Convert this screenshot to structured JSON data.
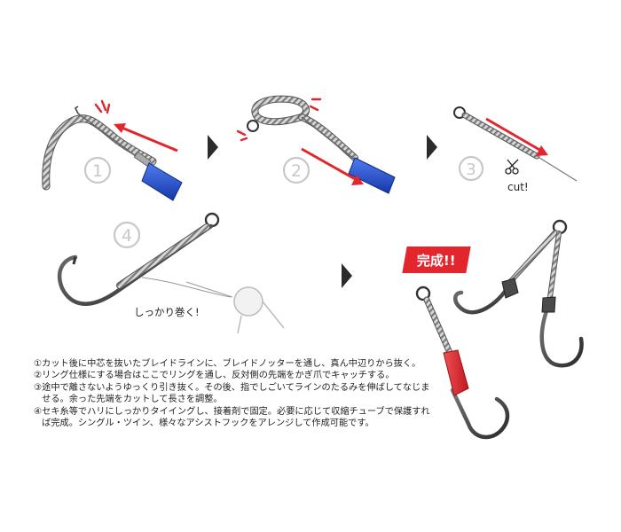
{
  "steps": [
    {
      "number": "1"
    },
    {
      "number": "2"
    },
    {
      "number": "3",
      "label": "cut!"
    },
    {
      "number": "4",
      "label": "しっかり巻く!"
    }
  ],
  "done_label": "完成!!",
  "notes": [
    {
      "num": "①",
      "text": "カット後に中芯を抜いたブレイドラインに、ブレイドノッターを通し、真ん中辺りから抜く。"
    },
    {
      "num": "②",
      "text": "リング仕様にする場合はここでリングを通し、反対側の先端をかぎ爪でキャッチする。"
    },
    {
      "num": "③",
      "text": "途中で離さないようゆっくり引き抜く。その後、指でしごいてラインのたるみを伸ばしてなじませる。余った先端をカットして長さを調整。"
    },
    {
      "num": "④",
      "text": "セキ糸等でハリにしっかりタイイングし、接着剤で固定。必要に応じて収縮チューブで保護すれば完成。シングル・ツイン、様々なアシストフックをアレンジして作成可能です。"
    }
  ],
  "colors": {
    "arrow_red": "#e3262d",
    "tool_blue": "#1f4fd0",
    "braid": "#9a9a9a",
    "hook_metal": "#4a4a4a",
    "tube_red": "#e3262d",
    "step_number_gray": "#c8c8c8",
    "chevron": "#2b2b2b"
  }
}
